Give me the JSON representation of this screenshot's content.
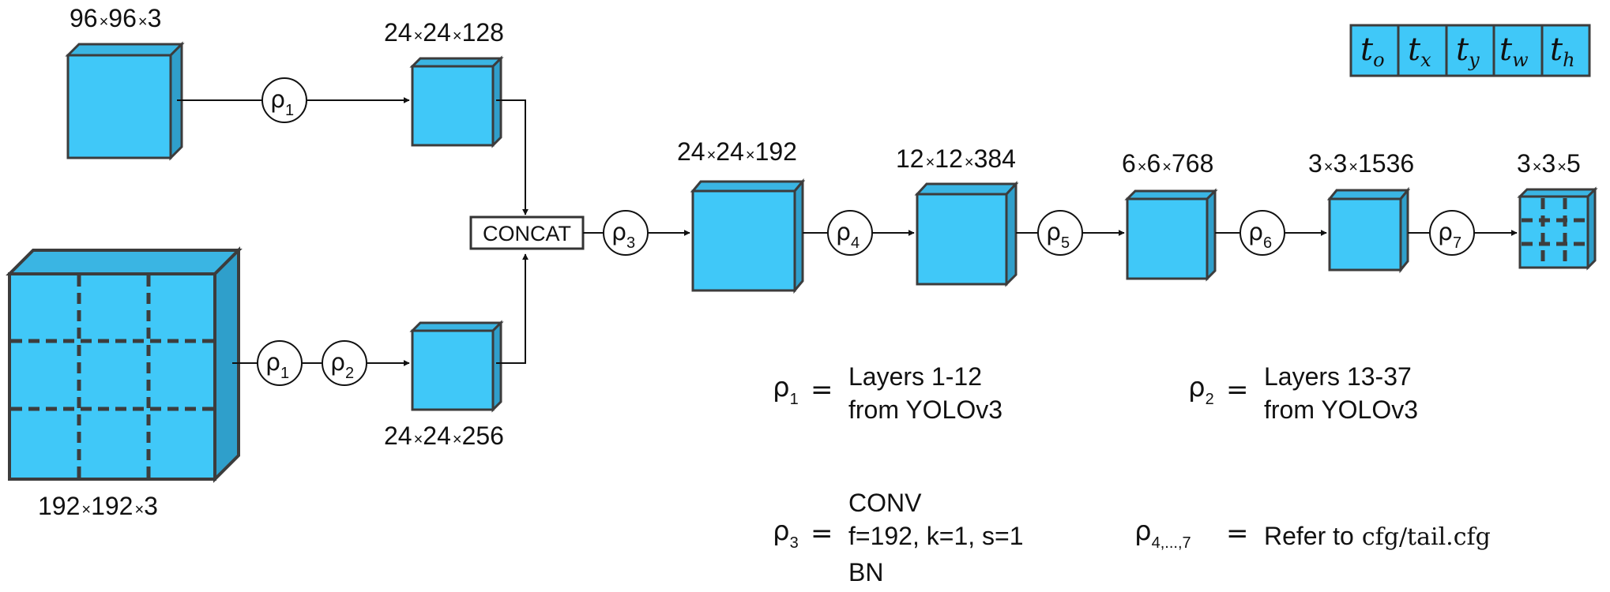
{
  "colors": {
    "cube_front": "#40c8f8",
    "cube_top": "#3ab5e3",
    "cube_side": "#2f9fcb",
    "edge": "#3c3c3c"
  },
  "inputs": {
    "small": {
      "dims": [
        "96",
        "96",
        "3"
      ]
    },
    "large": {
      "dims": [
        "192",
        "192",
        "3"
      ]
    }
  },
  "branch": {
    "top": {
      "dims": [
        "24",
        "24",
        "128"
      ]
    },
    "bottom": {
      "dims": [
        "24",
        "24",
        "256"
      ]
    }
  },
  "concat": {
    "label": "CONCAT"
  },
  "chain": [
    {
      "dims": [
        "24",
        "24",
        "192"
      ]
    },
    {
      "dims": [
        "12",
        "12",
        "384"
      ]
    },
    {
      "dims": [
        "6",
        "6",
        "768"
      ]
    },
    {
      "dims": [
        "3",
        "3",
        "1536"
      ]
    },
    {
      "dims": [
        "3",
        "3",
        "5"
      ]
    }
  ],
  "ops": {
    "rho_symbol": "ρ",
    "rho1_sub": "1",
    "rho2_sub": "2",
    "rho3_sub": "3",
    "rho4_sub": "4",
    "rho5_sub": "5",
    "rho6_sub": "6",
    "rho7_sub": "7"
  },
  "output_vector": {
    "cells": [
      "o",
      "x",
      "y",
      "w",
      "h"
    ],
    "symbol": "t"
  },
  "legend": {
    "equals": "=",
    "rho1": {
      "sub": "1",
      "lines": [
        "Layers 1-12",
        "from YOLOv3"
      ]
    },
    "rho2": {
      "sub": "2",
      "lines": [
        "Layers 13-37",
        "from YOLOv3"
      ]
    },
    "rho3": {
      "sub": "3",
      "lines": [
        "CONV",
        "f=192, k=1, s=1",
        "BN"
      ]
    },
    "rho47": {
      "sub": "4,...,7",
      "text": "Refer to",
      "file": "cfg/tail.cfg"
    }
  }
}
